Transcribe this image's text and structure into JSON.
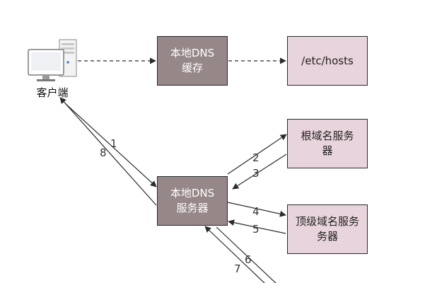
{
  "client": {
    "label": "客户端",
    "icon": "desktop-computer-icon"
  },
  "nodes": {
    "dns_cache": "本地DNS\n缓存",
    "hosts_file": "/etc/hosts",
    "local_dns": "本地DNS\n服务器",
    "root_dns": "根域名服务\n器",
    "tld_dns": "顶级域名服务\n务器"
  },
  "steps": {
    "s1": "1",
    "s2": "2",
    "s3": "3",
    "s4": "4",
    "s5": "5",
    "s6": "6",
    "s7": "7",
    "s8": "8"
  },
  "colors": {
    "dark_box": "#968788",
    "light_box": "#e8d4dc",
    "line": "#2b2b2b"
  }
}
